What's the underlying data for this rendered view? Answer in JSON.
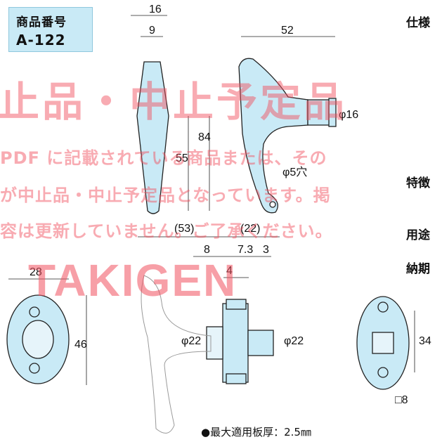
{
  "product": {
    "label": "商品番号",
    "code": "A-122"
  },
  "side_labels": {
    "spec": "仕様",
    "feature": "特徴",
    "use": "用途",
    "delivery": "納期"
  },
  "watermark": {
    "headline": "止品・中止予定品",
    "line1": "PDF に記載されている商品または、その",
    "line2": "が中止品・中止予定品となっています。掲",
    "line3": "容は更新していません。ご了承ください。",
    "brand": "TAKIGEN"
  },
  "dimensions": {
    "top_width_16": "16",
    "top_width_9": "9",
    "length_52": "52",
    "shaft_dia": "φ16",
    "height_84": "84",
    "height_55": "55",
    "hole": "φ5穴",
    "ref_53": "(53)",
    "ref_22": "(22)",
    "d8": "8",
    "d7_3": "7.3",
    "d3": "3",
    "d4": "4",
    "front_28": "28",
    "front_46": "46",
    "dia22_left": "φ22",
    "dia22_right": "φ22",
    "back_34": "34",
    "square_8": "□8"
  },
  "note": "●最大適用板厚：2.5㎜",
  "colors": {
    "part_fill": "#c9eaf6",
    "watermark": "#f0505f"
  }
}
